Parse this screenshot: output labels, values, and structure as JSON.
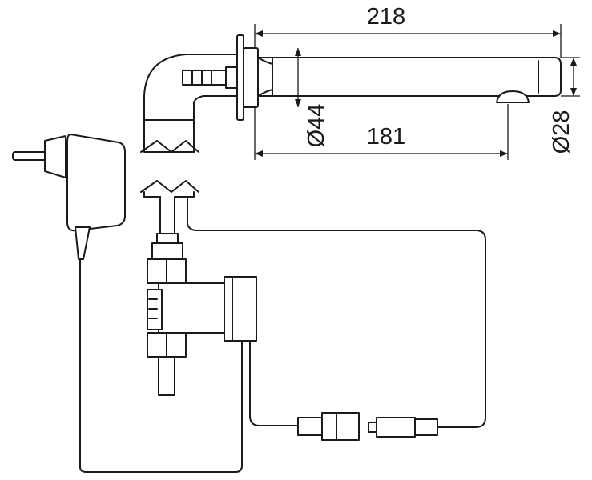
{
  "dimensions": {
    "overall_length": "218",
    "spout_length": "181",
    "base_diameter": "Ø44",
    "spout_diameter": "Ø28"
  }
}
